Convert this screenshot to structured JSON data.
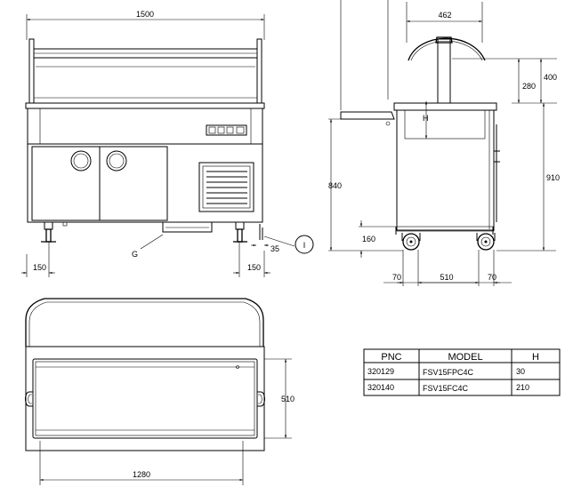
{
  "front_view": {
    "width_dim": "1500",
    "left_leg_dim": "150",
    "right_leg_dim": "150",
    "side_offset_dim": "35",
    "label_g": "G",
    "label_i": "I"
  },
  "side_view": {
    "top_width_dim": "462",
    "canopy_height_dim": "400",
    "sneeze_dim": "280",
    "h_label": "H",
    "counter_height_dim": "840",
    "total_height_dim": "910",
    "base_dim": "160",
    "left_wheel_dim": "70",
    "wheelbase_dim": "510",
    "right_wheel_dim": "70"
  },
  "top_view": {
    "depth_dim": "510",
    "inner_width_dim": "1280"
  },
  "table": {
    "headers": [
      "PNC",
      "MODEL",
      "H"
    ],
    "rows": [
      [
        "320129",
        "FSV15FPC4C",
        "30"
      ],
      [
        "320140",
        "FSV15FC4C",
        "210"
      ]
    ]
  }
}
